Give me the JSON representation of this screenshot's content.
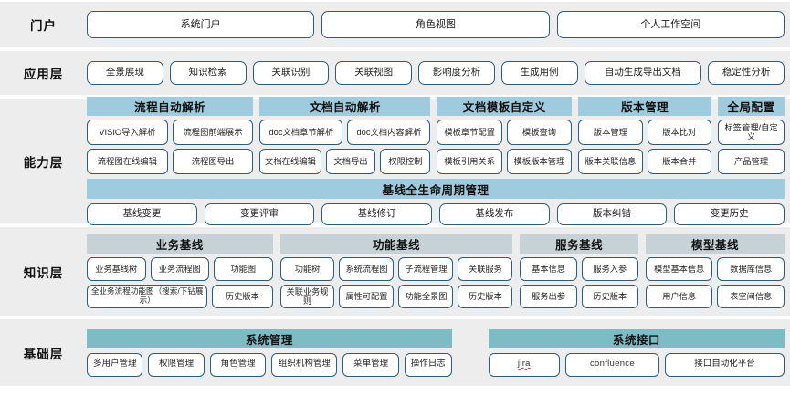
{
  "colors": {
    "panel_bg": "#ededed",
    "header_blue": "#9ecbdd",
    "header_gray": "#c6d2d5",
    "header_teal": "#7cbcc4",
    "pill_border": "#2e5c7a"
  },
  "layers": [
    {
      "label": "门户",
      "buttons": [
        "系统门户",
        "角色视图",
        "个人工作空间"
      ]
    },
    {
      "label": "应用层",
      "buttons": [
        "全景展现",
        "知识检索",
        "关联识别",
        "关联视图",
        "影响度分析",
        "生成用例",
        "自动生成导出文档",
        "稳定性分析"
      ]
    },
    {
      "label": "能力层",
      "groups": [
        {
          "title": "流程自动解析",
          "flex": 195,
          "rows": [
            [
              "VISIO导入解析",
              "流程图前端展示"
            ],
            [
              "流程图在线编辑",
              "流程图导出"
            ]
          ]
        },
        {
          "title": "文档自动解析",
          "flex": 200,
          "rows": [
            [
              "doc文档章节解析",
              "doc文档内容解析"
            ],
            [
              "文档在线编辑",
              "文档导出",
              "权限控制"
            ]
          ]
        },
        {
          "title": "文档模板自定义",
          "flex": 158,
          "rows": [
            [
              "模板章节配置",
              "模板查询"
            ],
            [
              "模板引用关系",
              "模板版本管理"
            ]
          ]
        },
        {
          "title": "版本管理",
          "flex": 156,
          "rows": [
            [
              "版本管理",
              "版本比对"
            ],
            [
              "版本关联信息",
              "版本合并"
            ]
          ]
        },
        {
          "title": "全局配置",
          "flex": 78,
          "rows": [
            [
              "标签管理/自定义"
            ],
            [
              "产品管理"
            ]
          ]
        }
      ],
      "baseline": {
        "title": "基线全生命周期管理",
        "buttons": [
          "基线变更",
          "变更评审",
          "基线修订",
          "基线发布",
          "版本纠错",
          "变更历史"
        ]
      }
    },
    {
      "label": "知识层",
      "groups": [
        {
          "title": "业务基线",
          "flex": 198,
          "rows": [
            [
              "业务基线树",
              "业务流程图",
              "功能图"
            ],
            [
              "全业务流程功能图（搜索/下钻展示）",
              "历史版本"
            ]
          ]
        },
        {
          "title": "功能基线",
          "flex": 248,
          "rows": [
            [
              "功能树",
              "系统流程图",
              "子流程管理",
              "关联服务"
            ],
            [
              "关联业务规则",
              "属性可配置",
              "功能全景图",
              "历史版本"
            ]
          ]
        },
        {
          "title": "服务基线",
          "flex": 126,
          "rows": [
            [
              "基本信息",
              "服务入参"
            ],
            [
              "服务出参",
              "历史版本"
            ]
          ]
        },
        {
          "title": "模型基线",
          "flex": 148,
          "rows": [
            [
              "模型基本信息",
              "数据库信息"
            ],
            [
              "用户信息",
              "表空间信息"
            ]
          ]
        }
      ]
    },
    {
      "label": "基础层",
      "groups": [
        {
          "title": "系统管理",
          "flex": 382,
          "rows": [
            [
              "多用户管理",
              "权限管理",
              "角色管理",
              "组织机构管理",
              "菜单管理",
              "操作日志"
            ]
          ]
        },
        {
          "title": "系统接口",
          "flex": 310,
          "rows": [
            [
              "jira",
              "confluence",
              "接口自动化平台"
            ]
          ]
        }
      ]
    }
  ]
}
